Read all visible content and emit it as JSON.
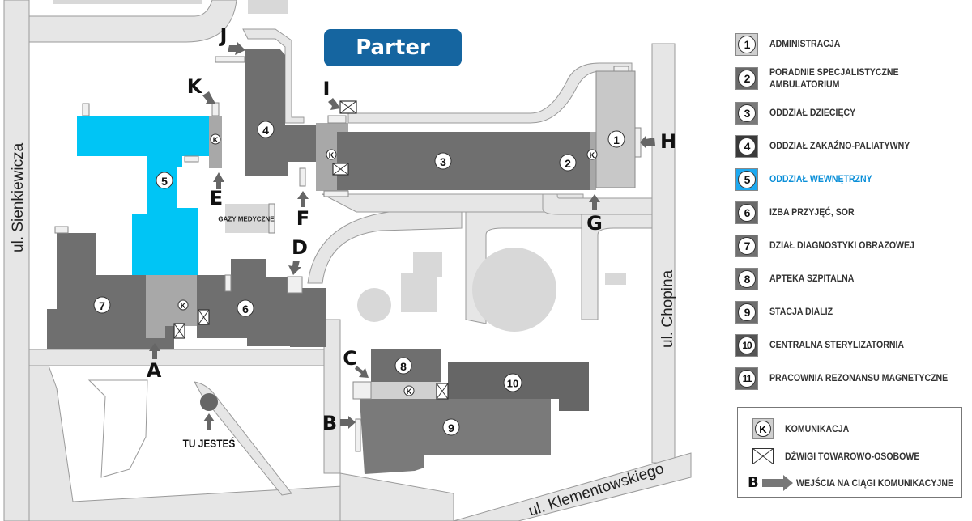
{
  "floor_title": "Parter",
  "colors": {
    "accent_blue": "#1565a0",
    "ward_5_blue": "#00c5f5",
    "building_dark": "#6f6f6f",
    "building_light": "#c8c8c8",
    "road": "#e6e6e6"
  },
  "streets": {
    "west": "ul. Sienkiewicza",
    "east": "ul. Chopina",
    "south": "ul. Klementowskiego"
  },
  "buildings": [
    {
      "number": "1",
      "name": "ADMINISTRACJA"
    },
    {
      "number": "2",
      "name": "PORADNIE SPECJALISTYCZNE",
      "name_line2": "AMBULATORIUM"
    },
    {
      "number": "3",
      "name": "ODDZIAŁ DZIECIĘCY"
    },
    {
      "number": "4",
      "name": "ODDZIAŁ ZAKAŹNO-PALIATYWNY"
    },
    {
      "number": "5",
      "name": "ODDZIAŁ WEWNĘTRZNY"
    },
    {
      "number": "6",
      "name": "IZBA PRZYJĘĆ, SOR"
    },
    {
      "number": "7",
      "name": "DZIAŁ DIAGNOSTYKI OBRAZOWEJ"
    },
    {
      "number": "8",
      "name": "APTEKA SZPITALNA"
    },
    {
      "number": "9",
      "name": "STACJA DIALIZ"
    },
    {
      "number": "10",
      "name": "CENTRALNA STERYLIZATORNIA"
    },
    {
      "number": "11",
      "name": "PRACOWNIA REZONANSU MAGNETYCZNE"
    }
  ],
  "entrances": [
    "A",
    "B",
    "C",
    "D",
    "E",
    "F",
    "G",
    "H",
    "I",
    "J",
    "K"
  ],
  "k_marker": "K",
  "map_labels": {
    "gas": "GAZY MEDYCZNE",
    "you_are_here": "TU JESTEŚ"
  },
  "key": {
    "communication_symbol": "K",
    "communication": "KOMUNIKACJA",
    "lifts": "DŹWIGI TOWAROWO-OSOBOWE",
    "entrance_example_letter": "B",
    "entrances": "WEJŚCIA NA CIĄGI KOMUNIKACYJNE"
  }
}
